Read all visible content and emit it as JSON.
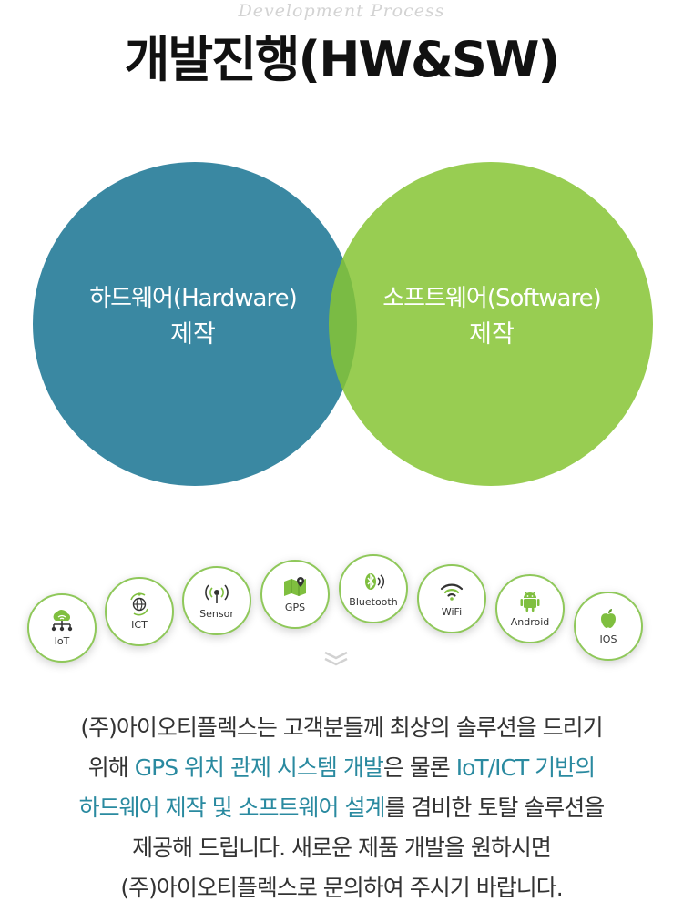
{
  "header": {
    "subtitle": "Development Process",
    "title": "개발진행(HW&SW)"
  },
  "venn": {
    "hardware": {
      "line1": "하드웨어(Hardware)",
      "line2": "제작",
      "color": "#3a88a2"
    },
    "software": {
      "line1": "소프트웨어(Software)",
      "line2": "제작",
      "color": "#86c434"
    }
  },
  "tech_badges": [
    {
      "label": "IoT",
      "icon": "cloud-network-icon"
    },
    {
      "label": "ICT",
      "icon": "globe-cycle-icon"
    },
    {
      "label": "Sensor",
      "icon": "sensor-signal-icon"
    },
    {
      "label": "GPS",
      "icon": "map-pin-icon"
    },
    {
      "label": "Bluetooth",
      "icon": "bluetooth-icon"
    },
    {
      "label": "WiFi",
      "icon": "wifi-icon"
    },
    {
      "label": "Android",
      "icon": "android-icon"
    },
    {
      "label": "IOS",
      "icon": "apple-icon"
    }
  ],
  "description": {
    "l1": "(주)아이오티플렉스는 고객분들께 최상의 솔루션을 드리기",
    "l2a": "위해 ",
    "l2b": "GPS 위치 관제 시스템 개발",
    "l2c": "은 물론 ",
    "l2d": "IoT/ICT 기반의",
    "l3a": "하드웨어 제작 및 소프트웨어 설계",
    "l3b": "를 겸비한 토탈 솔루션을",
    "l4": "제공해 드립니다. 새로운 제품 개발을 원하시면",
    "l5": "(주)아이오티플렉스로 문의하여 주시기 바랍니다."
  },
  "colors": {
    "accent_blue": "#2a8aa0",
    "accent_green": "#8fc85a",
    "icon_green": "#7fbf3f"
  }
}
